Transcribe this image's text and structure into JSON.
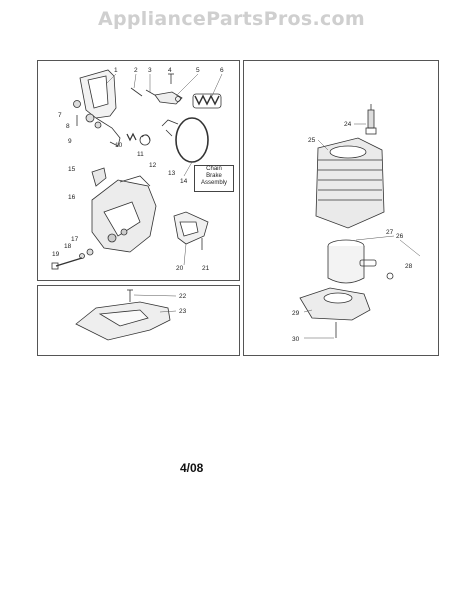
{
  "site": {
    "title": "AppliancePartsPros.com"
  },
  "brake_panel": {
    "callouts": [
      "1",
      "2",
      "3",
      "4",
      "5",
      "6",
      "7",
      "8",
      "9",
      "10",
      "11",
      "12",
      "13",
      "14",
      "15",
      "16",
      "17",
      "18",
      "19",
      "20",
      "21"
    ],
    "chain_brake_label": [
      "Chain",
      "Brake",
      "Assembly"
    ]
  },
  "cover_panel": {
    "callouts": [
      "22",
      "23"
    ]
  },
  "cylinder_panel": {
    "callouts": [
      "24",
      "25",
      "26",
      "27",
      "28",
      "29",
      "30"
    ]
  },
  "footer": {
    "date": "4/08"
  }
}
